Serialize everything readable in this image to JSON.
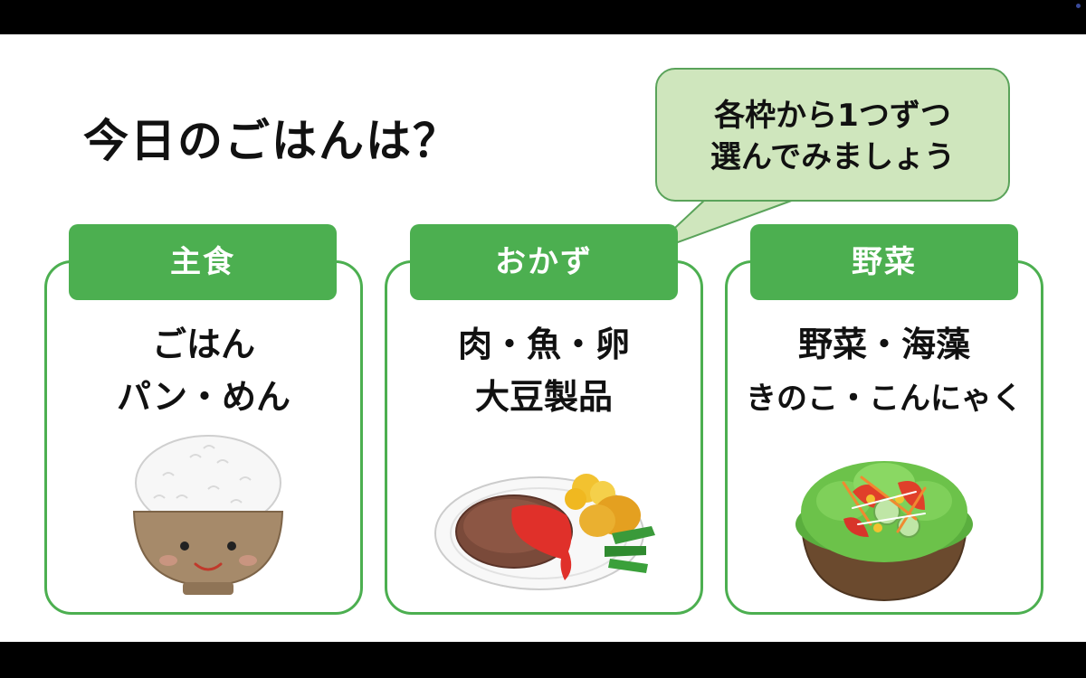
{
  "slide": {
    "title": "今日のごはんは？",
    "bubble": {
      "line1": "各枠から1つずつ",
      "line2": "選んでみましょう"
    },
    "cards": [
      {
        "header": "主食",
        "line1": "ごはん",
        "line2": "パン・めん",
        "illustration": "rice-bowl-illustration"
      },
      {
        "header": "おかず",
        "line1": "肉・魚・卵",
        "line2": "大豆製品",
        "illustration": "hamburg-steak-plate-illustration"
      },
      {
        "header": "野菜",
        "line1": "野菜・海藻",
        "line2": "きのこ・こんにゃく",
        "illustration": "salad-bowl-illustration"
      }
    ]
  },
  "colors": {
    "accent": "#4caf50",
    "bubble": "#cfe6bd",
    "bubble_border": "#5aa35a",
    "text": "#111111",
    "background": "#ffffff"
  }
}
